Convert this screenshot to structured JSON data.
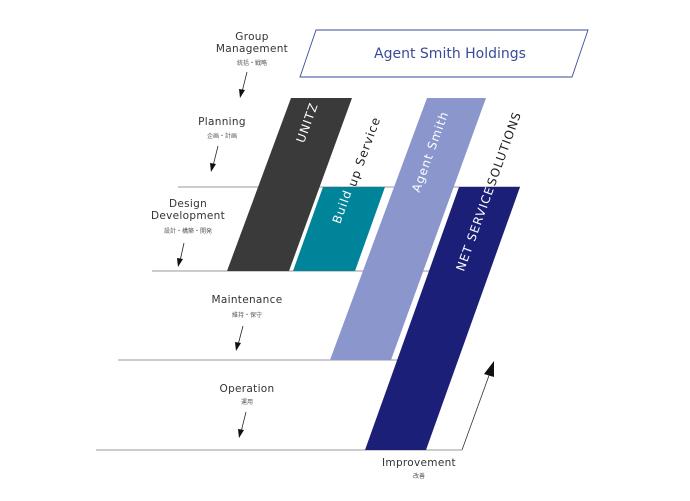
{
  "holding": {
    "name": "Agent Smith Holdings",
    "color": "#3a4a9a"
  },
  "stages": [
    {
      "id": "group-management",
      "title_lines": [
        "Group",
        "Management"
      ],
      "subtitle": "統括・戦略"
    },
    {
      "id": "planning",
      "title_lines": [
        "Planning"
      ],
      "subtitle": "企画・計画"
    },
    {
      "id": "design-development",
      "title_lines": [
        "Design",
        "Development"
      ],
      "subtitle": "設計・構築・開発"
    },
    {
      "id": "maintenance",
      "title_lines": [
        "Maintenance"
      ],
      "subtitle": "維持・保守"
    },
    {
      "id": "operation",
      "title_lines": [
        "Operation"
      ],
      "subtitle": "運用"
    },
    {
      "id": "improvement",
      "title_lines": [
        "Improvement"
      ],
      "subtitle": "改善"
    }
  ],
  "companies": [
    {
      "id": "unitz",
      "label": "UNITZ",
      "color": "#3a3a3a",
      "label_color": "#ffffff"
    },
    {
      "id": "buildup-service",
      "label_inside": "Build",
      "label_outside": "up Service",
      "color": "#00849a",
      "label_color": "#ffffff"
    },
    {
      "id": "agent-smith",
      "label": "Agent Smith",
      "color": "#8a96cc",
      "label_color": "#ffffff"
    },
    {
      "id": "net-service-solutions",
      "label_inside": "NET SERVICE",
      "label_outside": "SOLUTIONS",
      "color": "#1c1f78",
      "label_color": "#ffffff"
    }
  ]
}
